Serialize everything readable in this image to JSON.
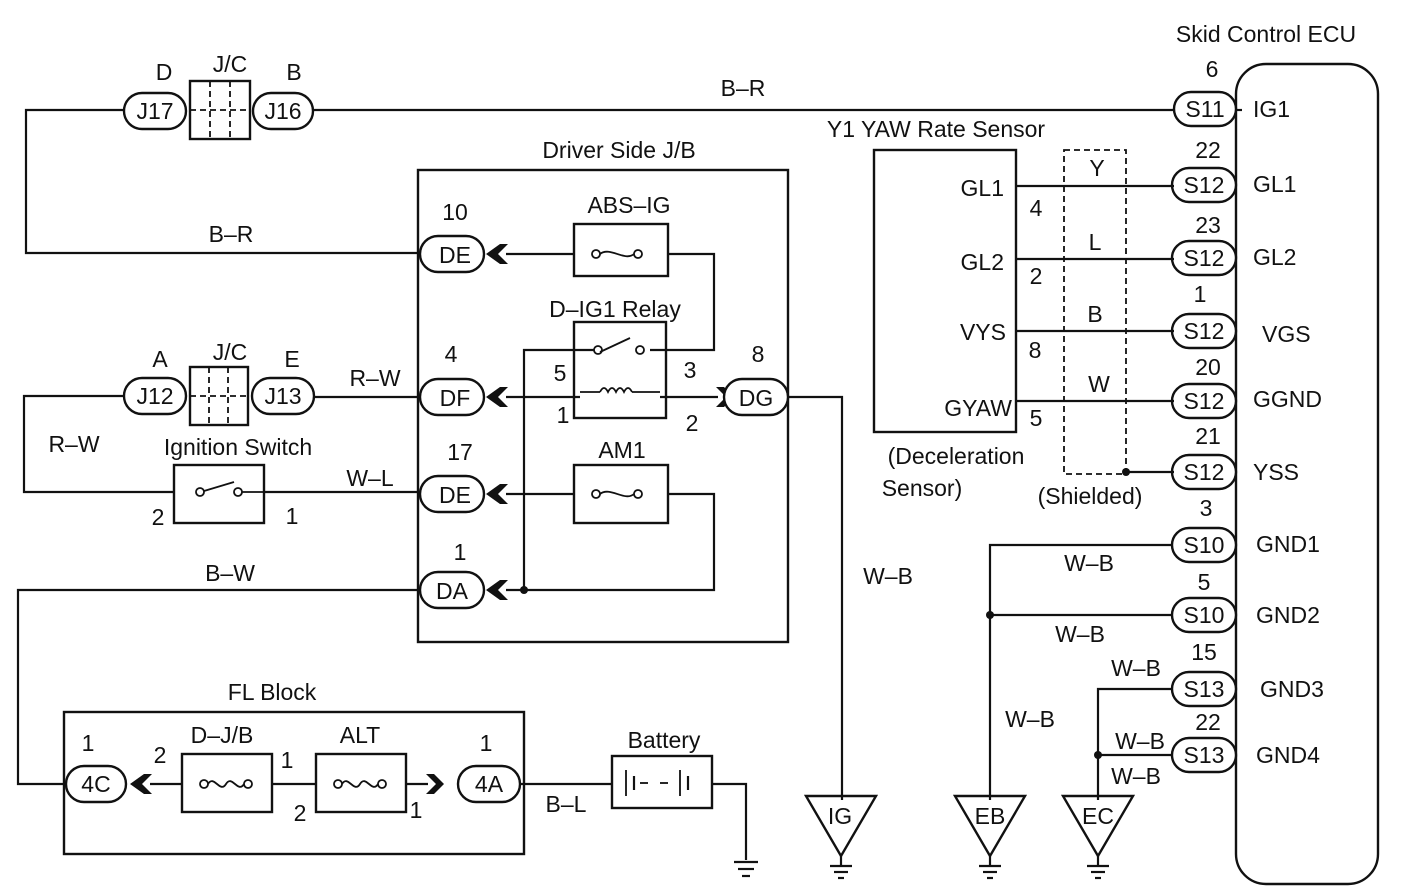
{
  "title": "Skid Control ECU",
  "ecu": {
    "pins": [
      {
        "num": "6",
        "conn": "S11",
        "name": "IG1"
      },
      {
        "num": "22",
        "conn": "S12",
        "name": "GL1"
      },
      {
        "num": "23",
        "conn": "S12",
        "name": "GL2"
      },
      {
        "num": "1",
        "conn": "S12",
        "name": "VGS"
      },
      {
        "num": "20",
        "conn": "S12",
        "name": "GGND"
      },
      {
        "num": "21",
        "conn": "S12",
        "name": "YSS"
      },
      {
        "num": "3",
        "conn": "S10",
        "name": "GND1"
      },
      {
        "num": "5",
        "conn": "S10",
        "name": "GND2"
      },
      {
        "num": "15",
        "conn": "S13",
        "name": "GND3"
      },
      {
        "num": "22",
        "conn": "S13",
        "name": "GND4"
      }
    ]
  },
  "jc_top": {
    "label": "J/C",
    "left_letter": "D",
    "left_conn": "J17",
    "right_letter": "B",
    "right_conn": "J16",
    "wire": "B–R"
  },
  "jc_mid": {
    "label": "J/C",
    "left_letter": "A",
    "left_conn": "J12",
    "right_letter": "E",
    "right_conn": "J13",
    "wire": "R–W"
  },
  "driver_jb": {
    "title": "Driver Side J/B",
    "abs_ig": "ABS–IG",
    "relay": "D–IG1 Relay",
    "am1": "AM1",
    "connectors": [
      {
        "num": "10",
        "conn": "DE",
        "wire": "B–R"
      },
      {
        "num": "4",
        "conn": "DF",
        "wire": ""
      },
      {
        "num": "17",
        "conn": "DE",
        "wire": "W–L"
      },
      {
        "num": "1",
        "conn": "DA",
        "wire": "B–W"
      }
    ],
    "relay_pins": {
      "p5": "5",
      "p1": "1",
      "p3": "3",
      "p2": "2"
    },
    "out": {
      "num": "8",
      "conn": "DG",
      "wire": "W–B"
    }
  },
  "ignition": {
    "label": "Ignition Switch",
    "wire_left": "R–W",
    "pin_left": "2",
    "pin_right": "1"
  },
  "sensor": {
    "title": "Y1 YAW Rate Sensor",
    "sub1": "(Deceleration",
    "sub2": "Sensor)",
    "shielded": "(Shielded)",
    "pins": [
      {
        "name": "GL1",
        "num": "4",
        "wire": "Y"
      },
      {
        "name": "GL2",
        "num": "2",
        "wire": "L"
      },
      {
        "name": "VYS",
        "num": "8",
        "wire": "B"
      },
      {
        "name": "GYAW",
        "num": "5",
        "wire": "W"
      }
    ]
  },
  "fl_block": {
    "title": "FL Block",
    "left_num": "1",
    "left_conn": "4C",
    "djb": "D–J/B",
    "djb_pin_left": "2",
    "djb_pin_right": "1",
    "alt": "ALT",
    "alt_pin_left": "2",
    "alt_pin_right": "1",
    "right_num": "1",
    "right_conn": "4A"
  },
  "battery": {
    "label": "Battery",
    "wire": "B–L"
  },
  "grounds": {
    "ig": "IG",
    "eb": "EB",
    "ec": "EC"
  },
  "ground_wires": {
    "gnd1": "W–B",
    "gnd2": "W–B",
    "eb": "W–B",
    "gnd3": "W–B",
    "gnd4": "W–B",
    "ec": "W–B"
  }
}
